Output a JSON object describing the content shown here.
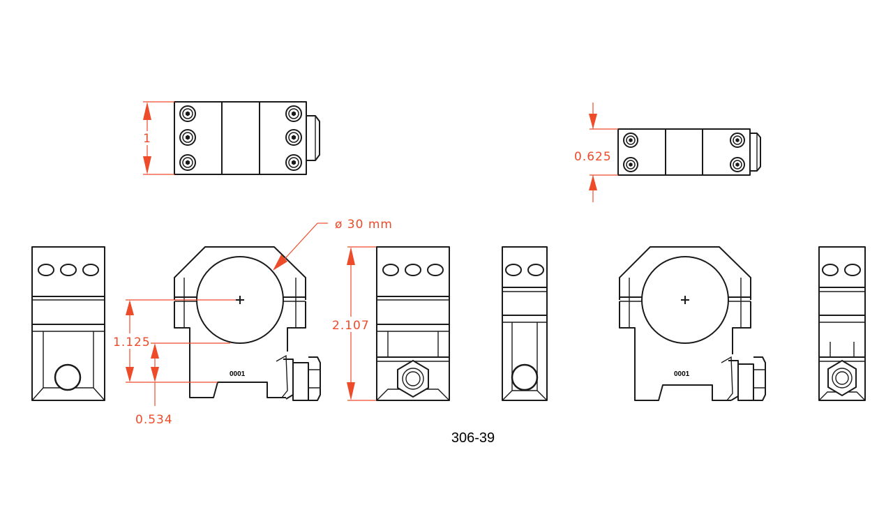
{
  "part_number": "306-39",
  "serial_marking": "0001",
  "dimensions": {
    "height_top_view_high": "1",
    "height_top_view_low": "0.625",
    "bore_diameter": "ø 30 mm",
    "ring_height": "2.107",
    "center_height": "1.125",
    "base_height": "0.534"
  },
  "colors": {
    "dimension_lines": "#ee4b2b",
    "outline": "#1a1a1a"
  }
}
